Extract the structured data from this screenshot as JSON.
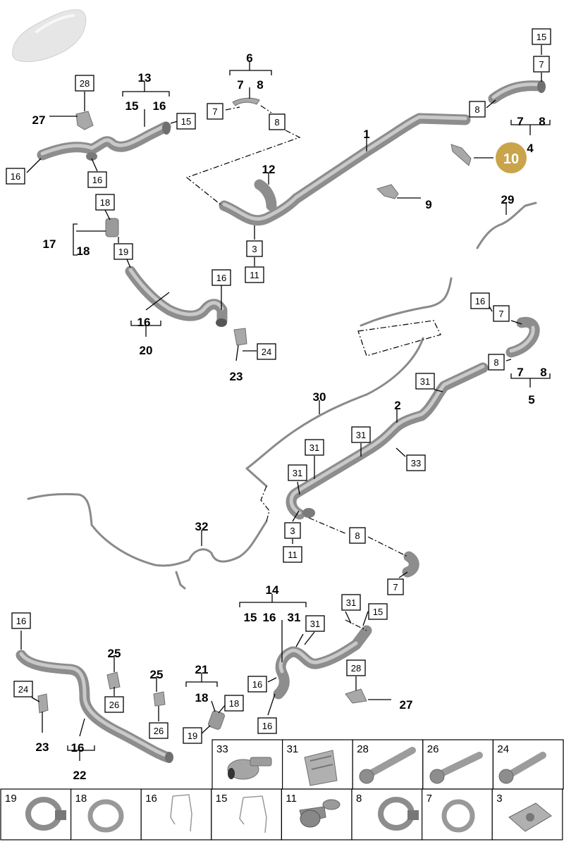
{
  "diagram": {
    "highlight_label": "10",
    "colors": {
      "pipe": "#8d8d8d",
      "highlight": "#c9a44a",
      "line": "#000000"
    },
    "boxed_labels": [
      {
        "id": "b15-top",
        "text": "15"
      },
      {
        "id": "b7-top",
        "text": "7"
      },
      {
        "id": "b8-right1",
        "text": "8"
      },
      {
        "id": "b28-left",
        "text": "28"
      },
      {
        "id": "b15-mid",
        "text": "15"
      },
      {
        "id": "b7-mid",
        "text": "7"
      },
      {
        "id": "b8-mid",
        "text": "8"
      },
      {
        "id": "b16-a",
        "text": "16"
      },
      {
        "id": "b16-b",
        "text": "16"
      },
      {
        "id": "b18-a",
        "text": "18"
      },
      {
        "id": "b19-a",
        "text": "19"
      },
      {
        "id": "b3-a",
        "text": "3"
      },
      {
        "id": "b11-a",
        "text": "11"
      },
      {
        "id": "b16-c",
        "text": "16"
      },
      {
        "id": "b24-a",
        "text": "24"
      },
      {
        "id": "b16-d",
        "text": "16"
      },
      {
        "id": "b7-d",
        "text": "7"
      },
      {
        "id": "b8-d",
        "text": "8"
      },
      {
        "id": "b31-a",
        "text": "31"
      },
      {
        "id": "b31-b",
        "text": "31"
      },
      {
        "id": "b31-c",
        "text": "31"
      },
      {
        "id": "b31-d",
        "text": "31"
      },
      {
        "id": "b33-a",
        "text": "33"
      },
      {
        "id": "b3-b",
        "text": "3"
      },
      {
        "id": "b11-b",
        "text": "11"
      },
      {
        "id": "b8-e",
        "text": "8"
      },
      {
        "id": "b7-e",
        "text": "7"
      },
      {
        "id": "b31-e",
        "text": "31"
      },
      {
        "id": "b15-e",
        "text": "15"
      },
      {
        "id": "b31-f",
        "text": "31"
      },
      {
        "id": "b16-f",
        "text": "16"
      },
      {
        "id": "b28-f",
        "text": "28"
      },
      {
        "id": "b16-g",
        "text": "16"
      },
      {
        "id": "b18-g",
        "text": "18"
      },
      {
        "id": "b16-h",
        "text": "16"
      },
      {
        "id": "b24-h",
        "text": "24"
      },
      {
        "id": "b26-a",
        "text": "26"
      },
      {
        "id": "b26-b",
        "text": "26"
      },
      {
        "id": "b19-b",
        "text": "19"
      }
    ],
    "plain_labels": [
      {
        "id": "p6",
        "text": "6"
      },
      {
        "id": "p7a",
        "text": "7"
      },
      {
        "id": "p8a",
        "text": "8"
      },
      {
        "id": "p13",
        "text": "13"
      },
      {
        "id": "p15a",
        "text": "15"
      },
      {
        "id": "p16a",
        "text": "16"
      },
      {
        "id": "p27a",
        "text": "27"
      },
      {
        "id": "p1",
        "text": "1"
      },
      {
        "id": "p7b",
        "text": "7"
      },
      {
        "id": "p8b",
        "text": "8"
      },
      {
        "id": "p4",
        "text": "4"
      },
      {
        "id": "p12",
        "text": "12"
      },
      {
        "id": "p9",
        "text": "9"
      },
      {
        "id": "p29",
        "text": "29"
      },
      {
        "id": "p17",
        "text": "17"
      },
      {
        "id": "p18a",
        "text": "18"
      },
      {
        "id": "p16b",
        "text": "16"
      },
      {
        "id": "p20",
        "text": "20"
      },
      {
        "id": "p23a",
        "text": "23"
      },
      {
        "id": "p7c",
        "text": "7"
      },
      {
        "id": "p8c",
        "text": "8"
      },
      {
        "id": "p5",
        "text": "5"
      },
      {
        "id": "p30",
        "text": "30"
      },
      {
        "id": "p2",
        "text": "2"
      },
      {
        "id": "p32",
        "text": "32"
      },
      {
        "id": "p14",
        "text": "14"
      },
      {
        "id": "p15b",
        "text": "15"
      },
      {
        "id": "p16c",
        "text": "16"
      },
      {
        "id": "p31",
        "text": "31"
      },
      {
        "id": "p25a",
        "text": "25"
      },
      {
        "id": "p25b",
        "text": "25"
      },
      {
        "id": "p21",
        "text": "21"
      },
      {
        "id": "p18b",
        "text": "18"
      },
      {
        "id": "p27b",
        "text": "27"
      },
      {
        "id": "p23b",
        "text": "23"
      },
      {
        "id": "p16d",
        "text": "16"
      },
      {
        "id": "p22",
        "text": "22"
      }
    ],
    "parts_table": {
      "row1": [
        "33",
        "31",
        "28",
        "26",
        "24"
      ],
      "row2": [
        "19",
        "18",
        "16",
        "15",
        "11",
        "8",
        "7",
        "3"
      ]
    }
  }
}
